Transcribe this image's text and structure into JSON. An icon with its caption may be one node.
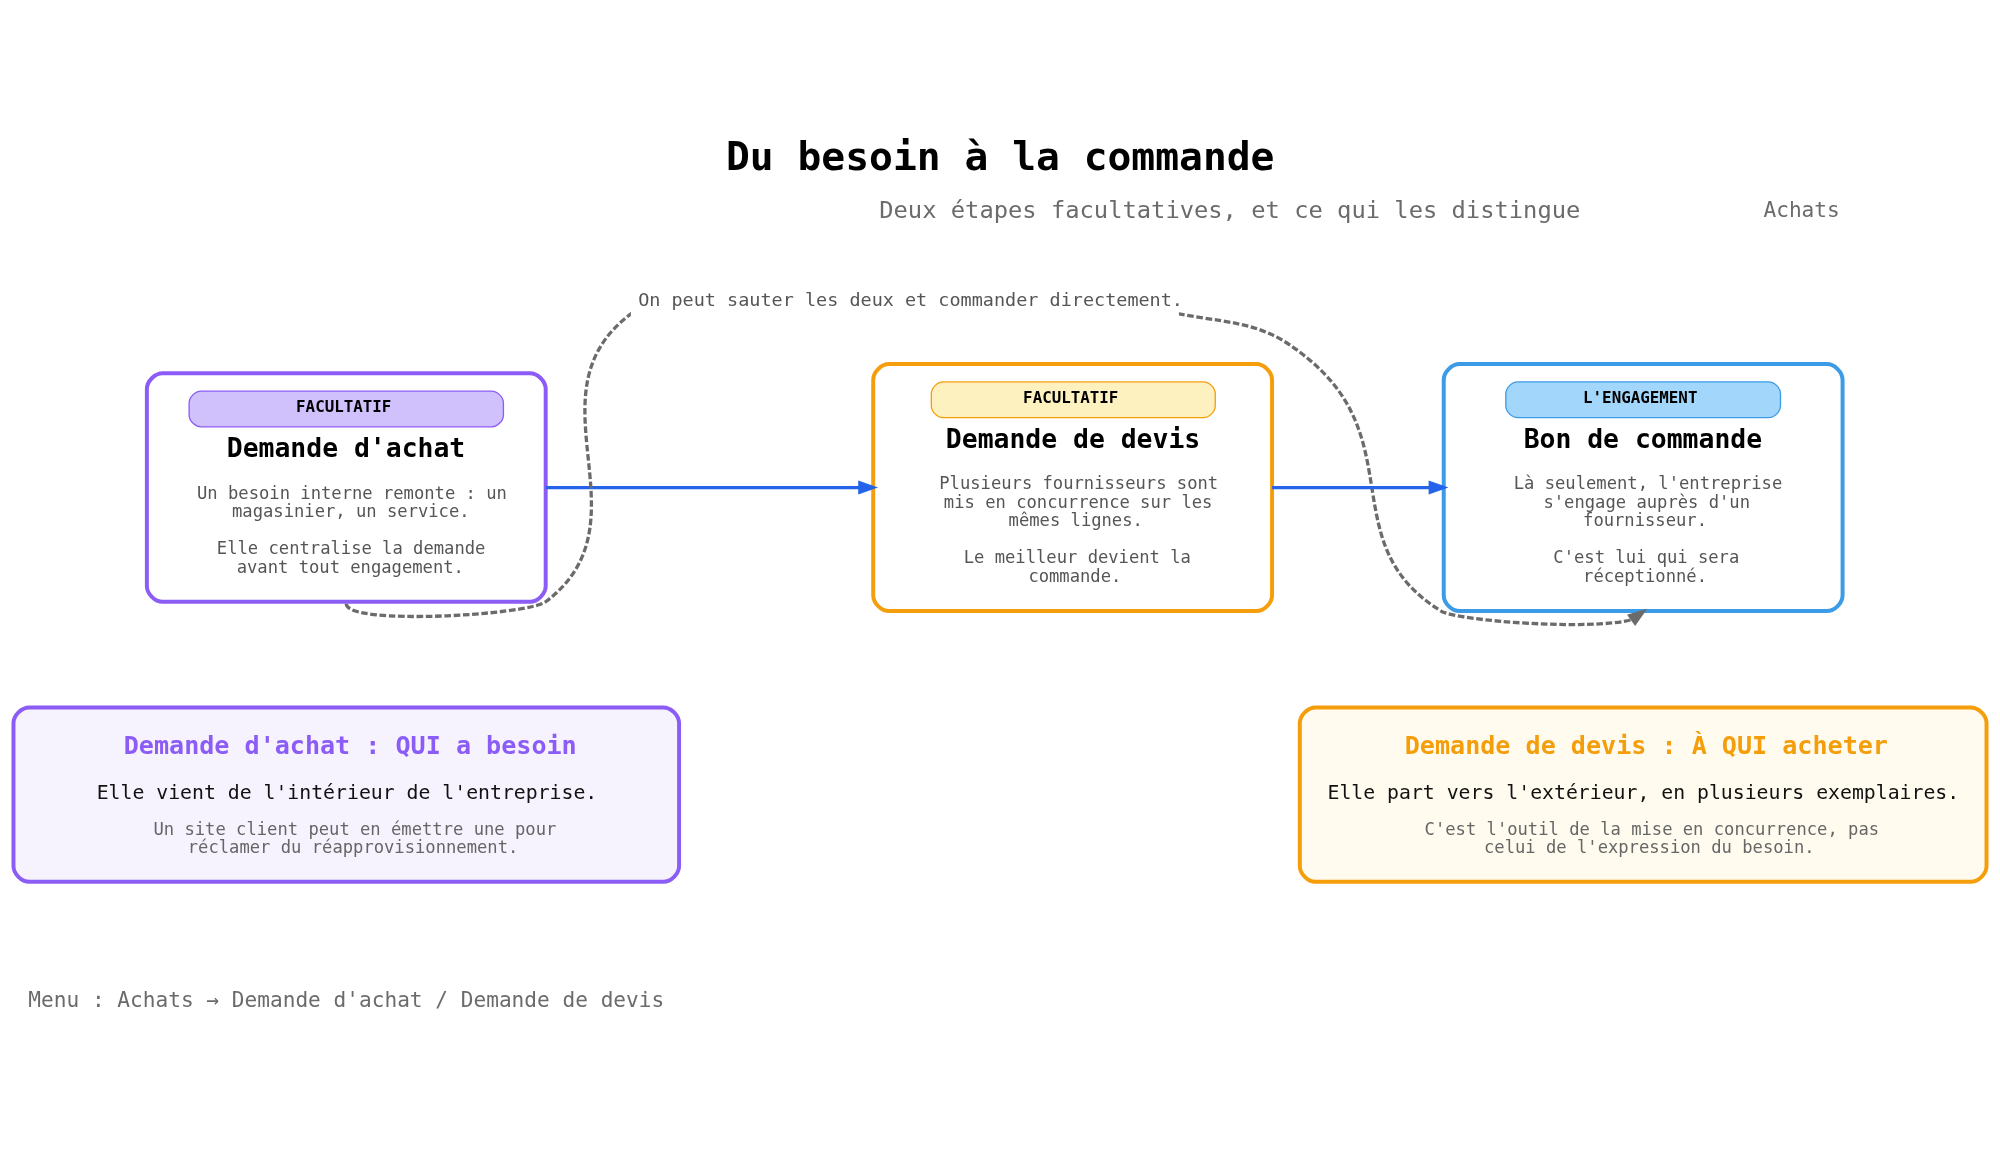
{
  "diagram": {
    "title": "Du besoin à la commande",
    "nodes": [
      {
        "text": [
          "FACULTATIF",
          "Demande d'achat",
          "Un besoin interne remonte : un magasinier, un service.",
          "Elle centralise la demande avant tout engagement."
        ]
      },
      {
        "text": [
          "FACULTATIF",
          "Demande de devis",
          "Plusieurs fournisseurs sont mis en concurrence sur les mêmes lignes.",
          "Le meilleur devient la commande."
        ]
      },
      {
        "text": [
          "L'ENGAGEMENT",
          "Bon de commande",
          "Là seulement, l'entreprise s'engage auprès d'un fournisseur.",
          "C'est lui qui sera réceptionné."
        ]
      },
      {
        "text": [
          "Demande d'achat : QUI a besoin",
          "Elle vient de l'intérieur de l'entreprise.",
          "Un site client peut en émettre une pour réclamer du réapprovisionnement."
        ]
      },
      {
        "text": [
          "Demande de devis : À QUI acheter",
          "Elle part vers l'extérieur, en plusieurs exemplaires.",
          "C'est l'outil de la mise en concurrence, pas celui de l'expression du besoin."
        ]
      }
    ],
    "edges": [
      {
        "from": 0,
        "to": 1,
        "arrow": "to"
      },
      {
        "from": 1,
        "to": 2,
        "arrow": "to"
      },
      {
        "from": 0,
        "to": 2,
        "arrow": "to",
        "style": "dashed",
        "color": "#6b6b6b",
        "label": "On peut sauter les deux et commander directement."
      }
    ],
    "labels": [
      "Deux étapes facultatives, et ce qui les distingue",
      "Achats",
      "Menu : Achats → Demande d'achat / Demande de devis"
    ]
  }
}
